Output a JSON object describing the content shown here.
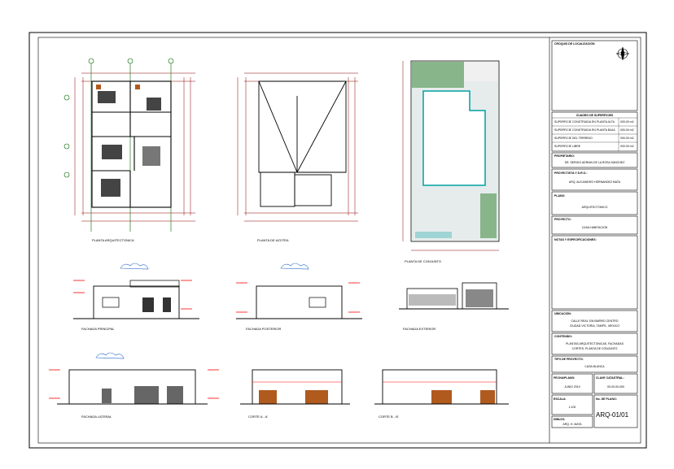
{
  "title_block": {
    "location_header": "CROQUIS DE LOCALIZACIÓN",
    "area_header": "CUADRO DE SUPERFICIES",
    "areas": [
      {
        "label": "SUPERFICIE CONSTRUIDA EN PLANTA ALTA",
        "value": "000.00 m2"
      },
      {
        "label": "SUPERFICIE CONSTRUIDA EN PLANTA BAJA",
        "value": "000.00 m2"
      },
      {
        "label": "SUPERFICIE DEL TERRENO",
        "value": "000.00 m2"
      },
      {
        "label": "SUPERFICIE LIBRE",
        "value": "000.00 m2"
      }
    ],
    "owner_label": "PROPIETARIO:",
    "owner_value": "SR. SERGIO ADRIAN DE LA ROSA SANCHEZ",
    "architect_label": "PROYECTISTA Y D.R.O.:",
    "architect_value": "ARQ. ALEJANDRO HERNANDEZ MATA",
    "sheet_label": "PLANO:",
    "sheet_value": "ARQUITECTONICO",
    "project_label": "PROYECTO:",
    "project_value": "CASA HABITACION",
    "notes_label": "NOTAS Y ESPECIFICACIONES:",
    "site_label": "UBICACIÓN:",
    "site_value": "CALLE REAL S/N BARRIO CENTRO",
    "site_value2": "CIUDAD VICTORIA, TAMPS., MEXICO",
    "content_label": "CONTENIDO:",
    "content_value": "PLANTAS ARQUITECTONICAS, FACHADAS",
    "content_value2": "CORTES, PLANTA DE CONJUNTO",
    "type_label": "TIPO DE PROYECTO:",
    "type_value": "CASA BLANCA",
    "date_label": "FECHA/PLANO:",
    "date_value": "JUNIO 2019",
    "key_label": "CLAVE CATASTRAL:",
    "key_value": "00-00-00-000",
    "scale_label": "ESCALA:",
    "scale_value": "1:100",
    "number_label": "No. DE PLANO:",
    "number_value": "ARQ-01/01",
    "draw_label": "DIBUJO:",
    "draw_value": "ARQ. H. MATA"
  },
  "view_labels": {
    "ground_plan": "PLANTA ARQUITECTONICA",
    "roof_plan": "PLANTA DE AZOTEA",
    "site_plan": "PLANTA DE CONJUNTO",
    "front_facade": "FACHADA PRINCIPAL",
    "rear_facade": "FACHADA POSTERIOR",
    "side_facade": "FACHADA LATERAL",
    "street_facade": "FACHADA EXTERIOR",
    "section_a": "CORTE A - A'",
    "section_b": "CORTE B - B'"
  },
  "colors": {
    "frame": "#000000",
    "dimension": "#8b0000",
    "axis": "#006400",
    "level_mark": "#ff0000",
    "cloud": "#1e64c8",
    "garden": "#3a8a3a",
    "tile": "#00a0a0"
  }
}
